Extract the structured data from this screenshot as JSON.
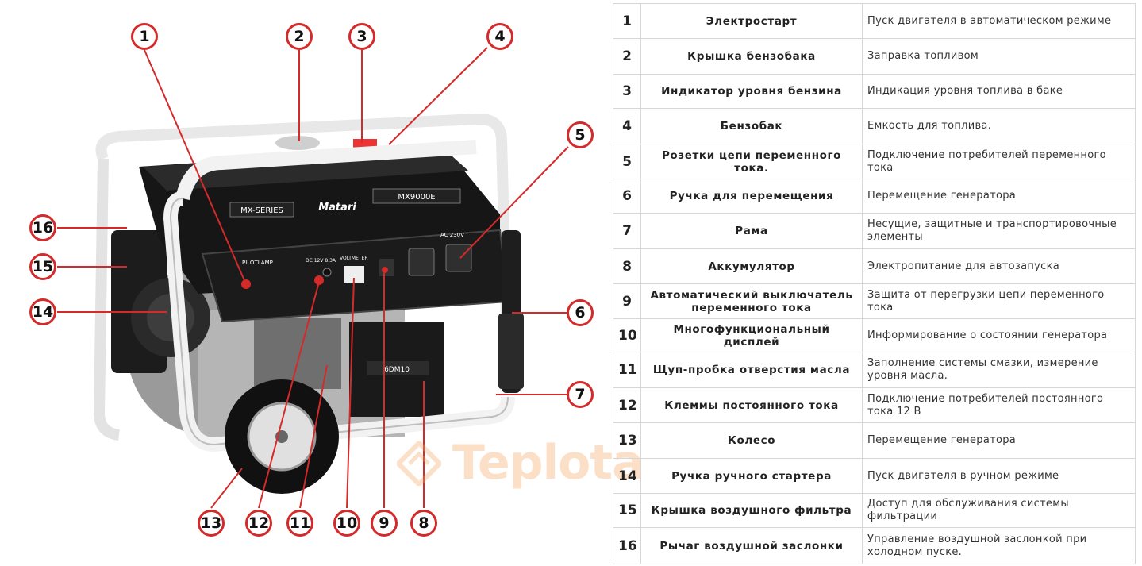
{
  "callouts": [
    {
      "number": "1"
    },
    {
      "number": "2"
    },
    {
      "number": "3"
    },
    {
      "number": "4"
    },
    {
      "number": "5"
    },
    {
      "number": "6"
    },
    {
      "number": "7"
    },
    {
      "number": "8"
    },
    {
      "number": "9"
    },
    {
      "number": "10"
    },
    {
      "number": "11"
    },
    {
      "number": "12"
    },
    {
      "number": "13"
    },
    {
      "number": "14"
    },
    {
      "number": "15"
    },
    {
      "number": "16"
    }
  ],
  "generator_labels": {
    "series": "MX-SERIES",
    "model": "MX9000E",
    "brand": "Matari",
    "pilot_lamp": "PILOTLAMP",
    "ac_socket": "AC 230V",
    "dc_terminal": "DC 12V 8.3A",
    "voltmeter": "VOLTMETER",
    "battery": "6DM10"
  },
  "watermark": {
    "text": "Teplota"
  },
  "table": {
    "rows": [
      {
        "num": "1",
        "name": "Электростарт",
        "desc": "Пуск двигателя в автоматическом режиме"
      },
      {
        "num": "2",
        "name": "Крышка бензобака",
        "desc": "Заправка топливом"
      },
      {
        "num": "3",
        "name": "Индикатор уровня бензина",
        "desc": "Индикация уровня топлива в баке"
      },
      {
        "num": "4",
        "name": "Бензобак",
        "desc": "Емкость для топлива."
      },
      {
        "num": "5",
        "name": "Розетки цепи переменного тока.",
        "desc": "Подключение потребителей переменного тока"
      },
      {
        "num": "6",
        "name": "Ручка для перемещения",
        "desc": "Перемещение генератора"
      },
      {
        "num": "7",
        "name": "Рама",
        "desc": "Несущие, защитные и транспортировочные элементы"
      },
      {
        "num": "8",
        "name": "Аккумулятор",
        "desc": "Электропитание для автозапуска"
      },
      {
        "num": "9",
        "name": "Автоматический выключатель переменного тока",
        "desc": "Защита от перегрузки цепи переменного тока"
      },
      {
        "num": "10",
        "name": "Многофункциональный дисплей",
        "desc": "Информирование о состоянии генератора"
      },
      {
        "num": "11",
        "name": "Щуп-пробка отверстия масла",
        "desc": "Заполнение системы смазки, измерение уровня масла."
      },
      {
        "num": "12",
        "name": "Клеммы постоянного тока",
        "desc": "Подключение потребителей постоянного тока 12 В"
      },
      {
        "num": "13",
        "name": "Колесо",
        "desc": "Перемещение генератора"
      },
      {
        "num": "14",
        "name": "Ручка ручного стартера",
        "desc": "Пуск двигателя в ручном режиме"
      },
      {
        "num": "15",
        "name": "Крышка воздушного фильтра",
        "desc": "Доступ для обслуживания системы фильтрации"
      },
      {
        "num": "16",
        "name": "Рычаг воздушной заслонки",
        "desc": "Управление воздушной заслонкой при холодном пуске."
      }
    ]
  }
}
